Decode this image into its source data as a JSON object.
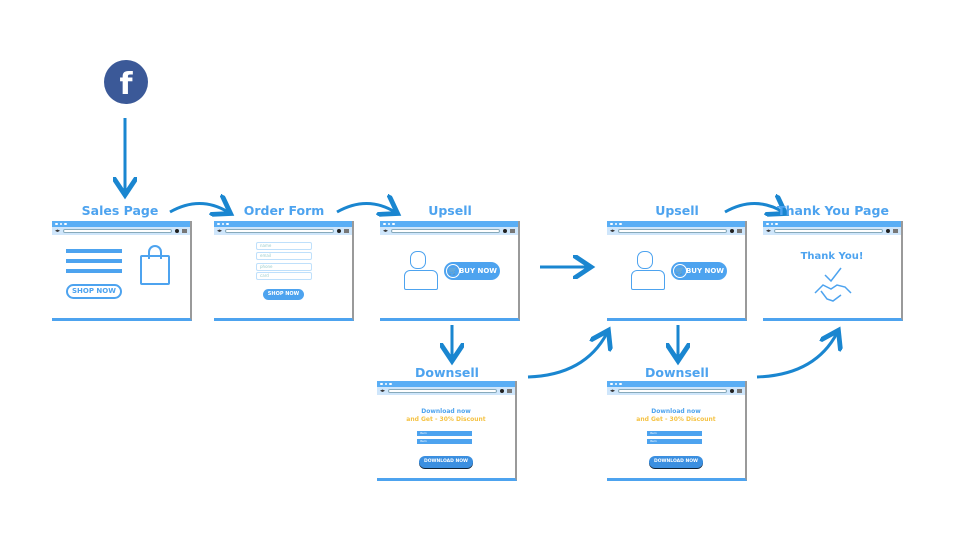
{
  "source_icon": "facebook-icon",
  "source_letter": "f",
  "colors": {
    "accent": "#4da3ef",
    "arrow": "#1a86d0",
    "facebook": "#3b5998",
    "discount": "#f5c242"
  },
  "steps": {
    "sales": {
      "title": "Sales Page",
      "button": "SHOP NOW"
    },
    "order": {
      "title": "Order Form",
      "fields": [
        "name",
        "email",
        "phone",
        "card"
      ],
      "button": "SHOP NOW"
    },
    "upsell1": {
      "title": "Upsell",
      "button": "BUY NOW"
    },
    "downsell1": {
      "title": "Downsell",
      "line1": "Download now",
      "line2": "and Get - 30% Discount",
      "items": [
        "Item",
        "Item"
      ],
      "button": "DOWNLOAD NOW"
    },
    "upsell2": {
      "title": "Upsell",
      "button": "BUY NOW"
    },
    "downsell2": {
      "title": "Downsell",
      "line1": "Download now",
      "line2": "and Get - 30% Discount",
      "items": [
        "Item",
        "Item"
      ],
      "button": "DOWNLOAD NOW"
    },
    "thankyou": {
      "title": "Thank You Page",
      "message": "Thank You!"
    }
  }
}
